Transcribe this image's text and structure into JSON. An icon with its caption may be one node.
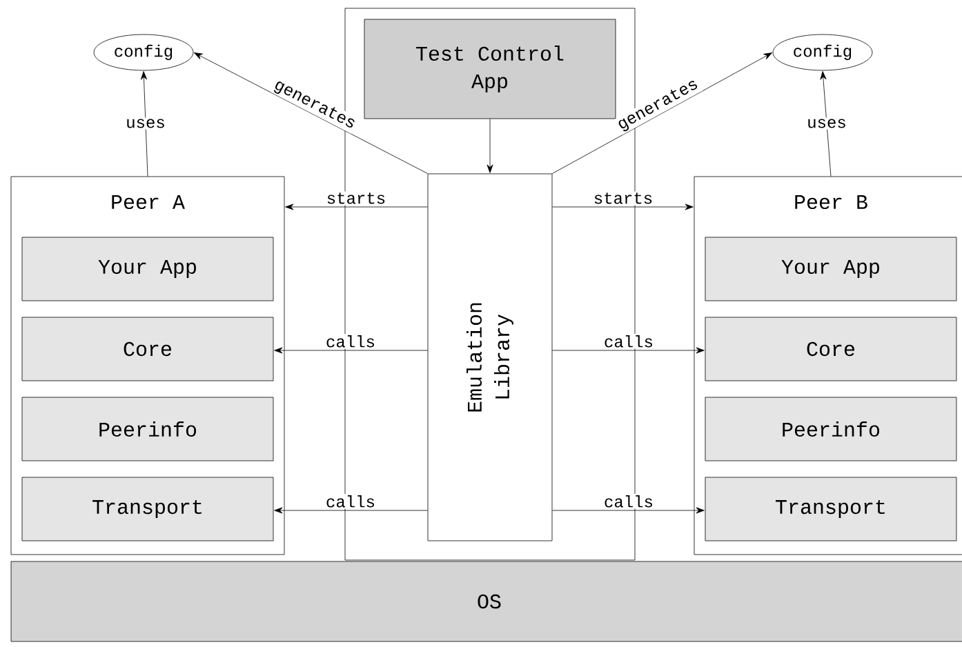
{
  "diagram": {
    "nodes": [
      {
        "text": [],
        "shape": "box"
      },
      {
        "text": [
          "Test Control App"
        ],
        "in": 0
      },
      {
        "text": [
          "Emulation Library"
        ],
        "in": 0
      },
      {
        "text": [
          "config"
        ]
      },
      {
        "text": [
          "config"
        ]
      },
      {
        "text": [
          "Peer A"
        ]
      },
      {
        "text": [
          "Your App"
        ],
        "in": 5
      },
      {
        "text": [
          "Core"
        ],
        "in": 5
      },
      {
        "text": [
          "Peerinfo"
        ],
        "in": 5
      },
      {
        "text": [
          "Transport"
        ],
        "in": 5
      },
      {
        "text": [
          "Peer B"
        ]
      },
      {
        "text": [
          "Your App"
        ],
        "in": 10
      },
      {
        "text": [
          "Core"
        ],
        "in": 10
      },
      {
        "text": [
          "Peerinfo"
        ],
        "in": 10
      },
      {
        "text": [
          "Transport"
        ],
        "in": 10
      },
      {
        "text": [
          "OS"
        ]
      }
    ],
    "edges": [
      {
        "from": 1,
        "to": 2,
        "arrow": "to"
      },
      {
        "from": 2,
        "to": 3,
        "label": "generates",
        "arrow": "to"
      },
      {
        "from": 2,
        "to": 4,
        "label": "generates",
        "arrow": "to"
      },
      {
        "from": 5,
        "to": 3,
        "label": "uses",
        "arrow": "to"
      },
      {
        "from": 10,
        "to": 4,
        "label": "uses",
        "arrow": "to"
      },
      {
        "from": 2,
        "to": 5,
        "label": "starts",
        "arrow": "to"
      },
      {
        "from": 2,
        "to": 10,
        "label": "starts",
        "arrow": "to"
      },
      {
        "from": 2,
        "to": 7,
        "label": "calls",
        "arrow": "to"
      },
      {
        "from": 2,
        "to": 12,
        "label": "calls",
        "arrow": "to"
      },
      {
        "from": 2,
        "to": 9,
        "label": "calls",
        "arrow": "to"
      },
      {
        "from": 2,
        "to": 14,
        "label": "calls",
        "arrow": "to"
      }
    ]
  }
}
